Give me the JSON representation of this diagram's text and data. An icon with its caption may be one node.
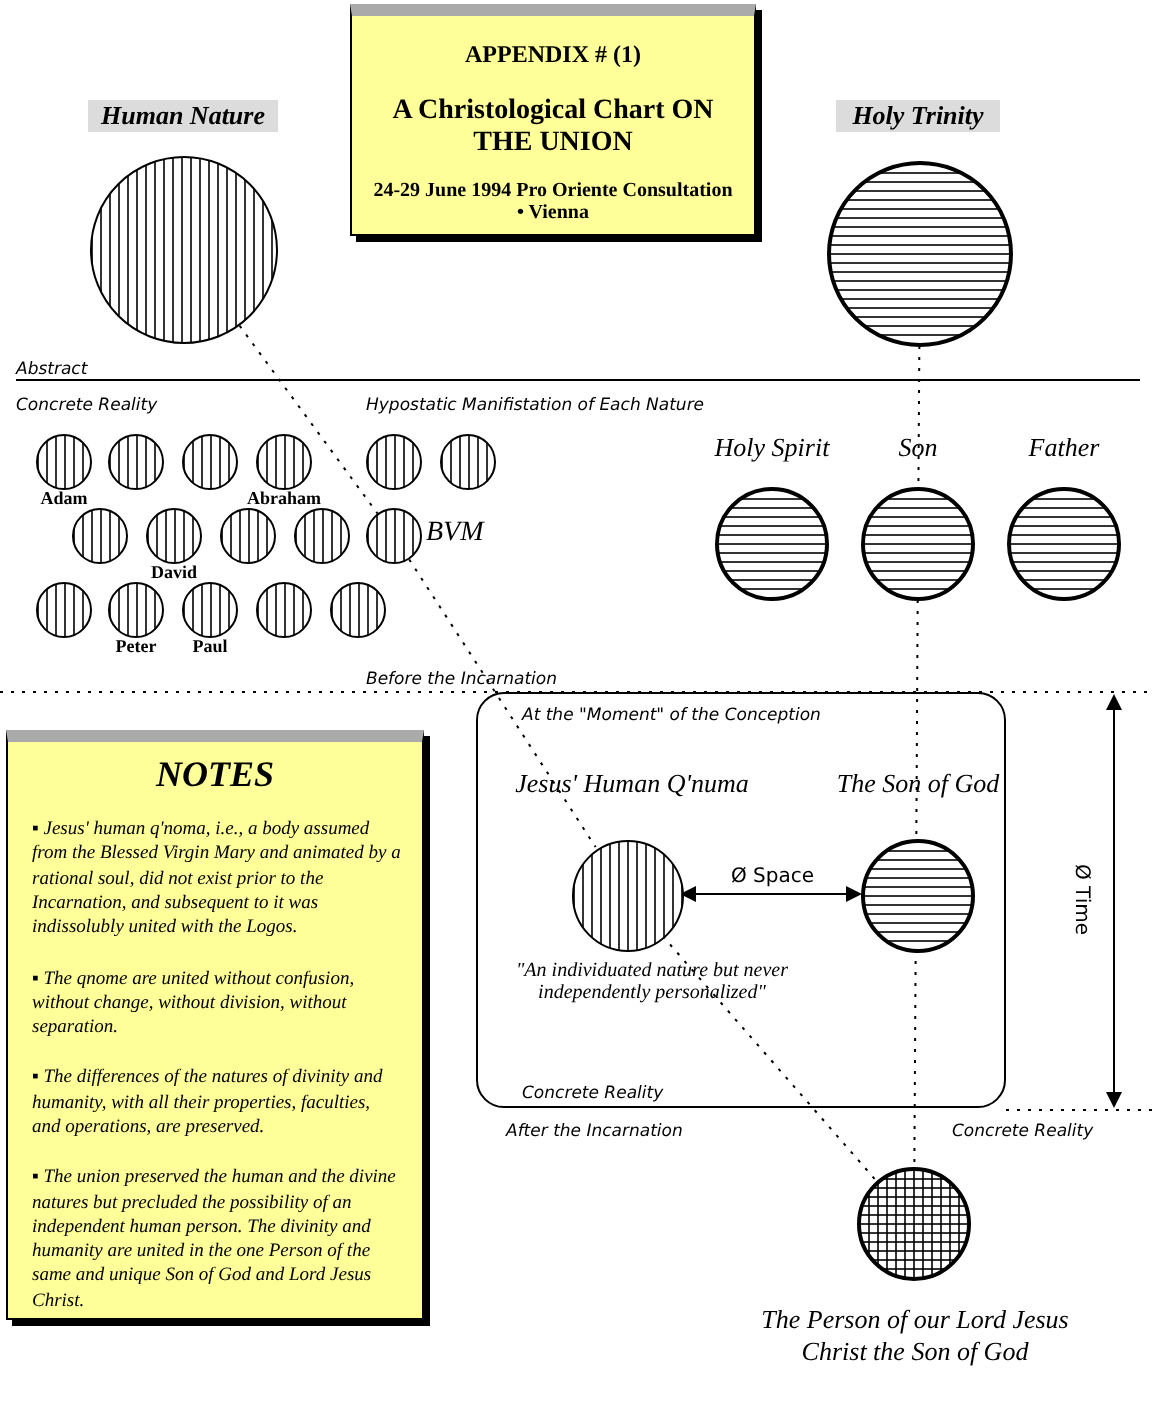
{
  "diagram": {
    "nodes": [
      {
        "text": [
          "APPENDIX # (1)",
          "A Christological Chart ON THE UNION",
          "24-29 June 1994 Pro Oriente Consultation • Vienna"
        ]
      },
      {
        "text": [
          "Human Nature"
        ]
      },
      {
        "text": [
          "Holy Trinity"
        ]
      },
      {
        "text": [
          "Adam"
        ]
      },
      {
        "text": [],
        "shape": "circle"
      },
      {
        "text": [],
        "shape": "circle"
      },
      {
        "text": [
          "Abraham"
        ]
      },
      {
        "text": [],
        "shape": "circle"
      },
      {
        "text": [],
        "shape": "circle"
      },
      {
        "text": [],
        "shape": "circle"
      },
      {
        "text": [
          "David"
        ]
      },
      {
        "text": [],
        "shape": "circle"
      },
      {
        "text": [],
        "shape": "circle"
      },
      {
        "text": [
          "BVM"
        ]
      },
      {
        "text": [],
        "shape": "circle"
      },
      {
        "text": [
          "Peter"
        ]
      },
      {
        "text": [
          "Paul"
        ]
      },
      {
        "text": [],
        "shape": "circle"
      },
      {
        "text": [],
        "shape": "circle"
      },
      {
        "text": [
          "Holy Spirit"
        ]
      },
      {
        "text": [
          "Son"
        ]
      },
      {
        "text": [
          "Father"
        ]
      },
      {
        "text": [
          "At the \"Moment\" of the Conception",
          "Concrete Reality"
        ]
      },
      {
        "text": [
          "Jesus' Human Q'numa",
          "\"An individuated nature but never independently personalized\""
        ],
        "in": 22
      },
      {
        "text": [
          "The Son of God"
        ],
        "in": 22
      },
      {
        "text": [
          "NOTES",
          "▪ Jesus' human q'noma, i.e., a body assumed from the Blessed Virgin Mary and animated by a rational soul, did not exist prior to the Incarnation, and subsequent to it was indissolubly united with the Logos.",
          "▪ The qnome are united without confusion, without change, without division, without separation.",
          "▪ The differences of the natures of divinity and humanity, with all their properties, faculties, and operations, are preserved.",
          "▪ The union preserved the human and the divine natures but precluded the possibility of an independent human person. The divinity and humanity are united in the one Person of the same and unique Son of God and Lord Jesus Christ."
        ]
      },
      {
        "text": [
          "The Person of our Lord Jesus Christ the Son of God"
        ]
      }
    ],
    "edges": [
      {
        "from": 1,
        "to": 13,
        "arrow": "none",
        "style": "dashed"
      },
      {
        "from": 13,
        "to": 23,
        "arrow": "none",
        "style": "dashed"
      },
      {
        "from": 23,
        "to": 26,
        "arrow": "none",
        "style": "dashed"
      },
      {
        "from": 2,
        "to": 20,
        "arrow": "none",
        "style": "dashed"
      },
      {
        "from": 20,
        "to": 24,
        "arrow": "none",
        "style": "dashed"
      },
      {
        "from": 24,
        "to": 26,
        "arrow": "none",
        "style": "dashed"
      },
      {
        "from": 23,
        "to": 24,
        "arrow": "both",
        "label": "Ø Space"
      }
    ],
    "labels": [
      "Abstract",
      "Concrete Reality",
      "Hypostatic Manifistation of Each Nature",
      "Before the Incarnation",
      "Ø Time",
      "After the Incarnation",
      "Concrete Reality"
    ]
  }
}
